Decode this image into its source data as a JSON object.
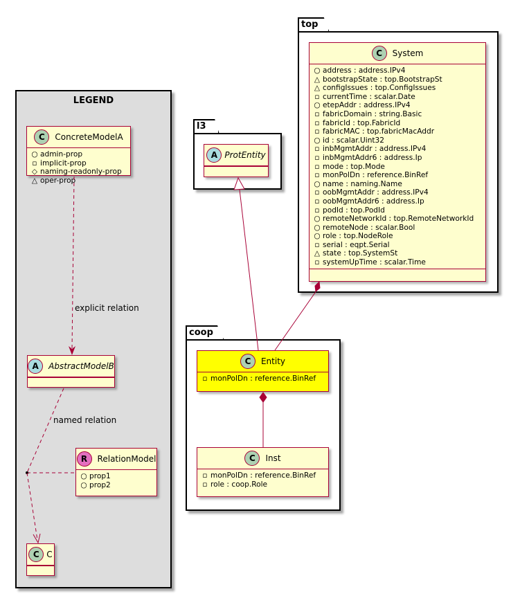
{
  "packages": {
    "legend": {
      "title": "LEGEND"
    },
    "l3": {
      "title": "l3"
    },
    "top": {
      "title": "top"
    },
    "coop": {
      "title": "coop"
    }
  },
  "classes": {
    "concrete_model_a": {
      "badge": "C",
      "name": "ConcreteModelA",
      "attrs": [
        {
          "vis": "+",
          "text": "admin-prop"
        },
        {
          "vis": "-",
          "text": "implicit-prop"
        },
        {
          "vis": "#",
          "text": "naming-readonly-prop"
        },
        {
          "vis": "~",
          "text": "oper-prop"
        }
      ]
    },
    "abstract_model_b": {
      "badge": "A",
      "name": "AbstractModelB"
    },
    "relation_model": {
      "badge": "R",
      "name": "RelationModel",
      "attrs": [
        {
          "vis": "+",
          "text": "prop1"
        },
        {
          "vis": "+",
          "text": "prop2"
        }
      ]
    },
    "c": {
      "badge": "C",
      "name": "C"
    },
    "prot_entity": {
      "badge": "A",
      "name": "ProtEntity"
    },
    "system": {
      "badge": "C",
      "name": "System",
      "attrs": [
        {
          "vis": "+",
          "text": "address : address.IPv4"
        },
        {
          "vis": "~",
          "text": "bootstrapState : top.BootstrapSt"
        },
        {
          "vis": "~",
          "text": "configIssues : top.ConfigIssues"
        },
        {
          "vis": "-",
          "text": "currentTime : scalar.Date"
        },
        {
          "vis": "+",
          "text": "etepAddr : address.IPv4"
        },
        {
          "vis": "-",
          "text": "fabricDomain : string.Basic"
        },
        {
          "vis": "-",
          "text": "fabricId : top.FabricId"
        },
        {
          "vis": "-",
          "text": "fabricMAC : top.fabricMacAddr"
        },
        {
          "vis": "+",
          "text": "id : scalar.Uint32"
        },
        {
          "vis": "-",
          "text": "inbMgmtAddr : address.IPv4"
        },
        {
          "vis": "-",
          "text": "inbMgmtAddr6 : address.Ip"
        },
        {
          "vis": "-",
          "text": "mode : top.Mode"
        },
        {
          "vis": "-",
          "text": "monPolDn : reference.BinRef"
        },
        {
          "vis": "+",
          "text": "name : naming.Name"
        },
        {
          "vis": "-",
          "text": "oobMgmtAddr : address.IPv4"
        },
        {
          "vis": "-",
          "text": "oobMgmtAddr6 : address.Ip"
        },
        {
          "vis": "-",
          "text": "podId : top.PodId"
        },
        {
          "vis": "+",
          "text": "remoteNetworkId : top.RemoteNetworkId"
        },
        {
          "vis": "+",
          "text": "remoteNode : scalar.Bool"
        },
        {
          "vis": "+",
          "text": "role : top.NodeRole"
        },
        {
          "vis": "-",
          "text": "serial : eqpt.Serial"
        },
        {
          "vis": "~",
          "text": "state : top.SystemSt"
        },
        {
          "vis": "-",
          "text": "systemUpTime : scalar.Time"
        }
      ]
    },
    "entity": {
      "badge": "C",
      "name": "Entity",
      "attrs": [
        {
          "vis": "-",
          "text": "monPolDn : reference.BinRef"
        }
      ]
    },
    "inst": {
      "badge": "C",
      "name": "Inst",
      "attrs": [
        {
          "vis": "-",
          "text": "monPolDn : reference.BinRef"
        },
        {
          "vis": "-",
          "text": "role : coop.Role"
        }
      ]
    }
  },
  "relations": {
    "explicit_label": "explicit relation",
    "named_label": "named relation"
  },
  "colors": {
    "class_fill": "#fefece",
    "highlight_fill": "#ffff00",
    "border": "#a80036",
    "legend_bg": "#dddddd"
  }
}
